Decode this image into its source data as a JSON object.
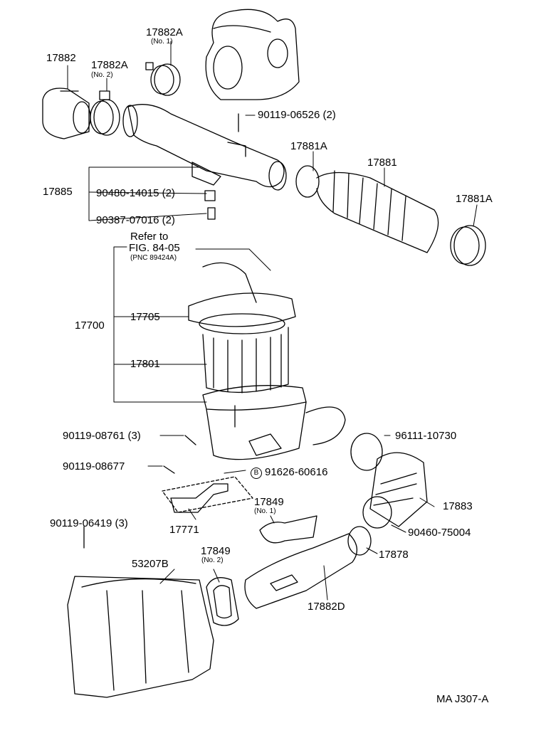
{
  "labels": {
    "p17882": "17882",
    "p17882a_1": "17882A",
    "p17882a_1_sub": "(No. 1)",
    "p17882a_2": "17882A",
    "p17882a_2_sub": "(No. 2)",
    "p90119_06526": "90119-06526 (2)",
    "p17881a_top": "17881A",
    "p17881": "17881",
    "p17881a_right": "17881A",
    "p17885": "17885",
    "p90480_14015": "90480-14015 (2)",
    "p90387_07016": "90387-07016 (2)",
    "refer_line1": "Refer to",
    "refer_line2": "FIG. 84-05",
    "refer_line3": "(PNC 89424A)",
    "p17700": "17700",
    "p17705": "17705",
    "p17801": "17801",
    "p90119_08761": "90119-08761 (3)",
    "p96111_10730": "96111-10730",
    "p90119_08677": "90119-08677",
    "circle_b": "B",
    "p91626_60616": "91626-60616",
    "p17849_1": "17849",
    "p17849_1_sub": "(No. 1)",
    "p17883": "17883",
    "p17771": "17771",
    "p90460_75004": "90460-75004",
    "p90119_06419": "90119-06419 (3)",
    "p17878": "17878",
    "p53207b": "53207B",
    "p17849_2": "17849",
    "p17849_2_sub": "(No. 2)",
    "p17882d": "17882D",
    "figure_code": "MA J307-A"
  }
}
